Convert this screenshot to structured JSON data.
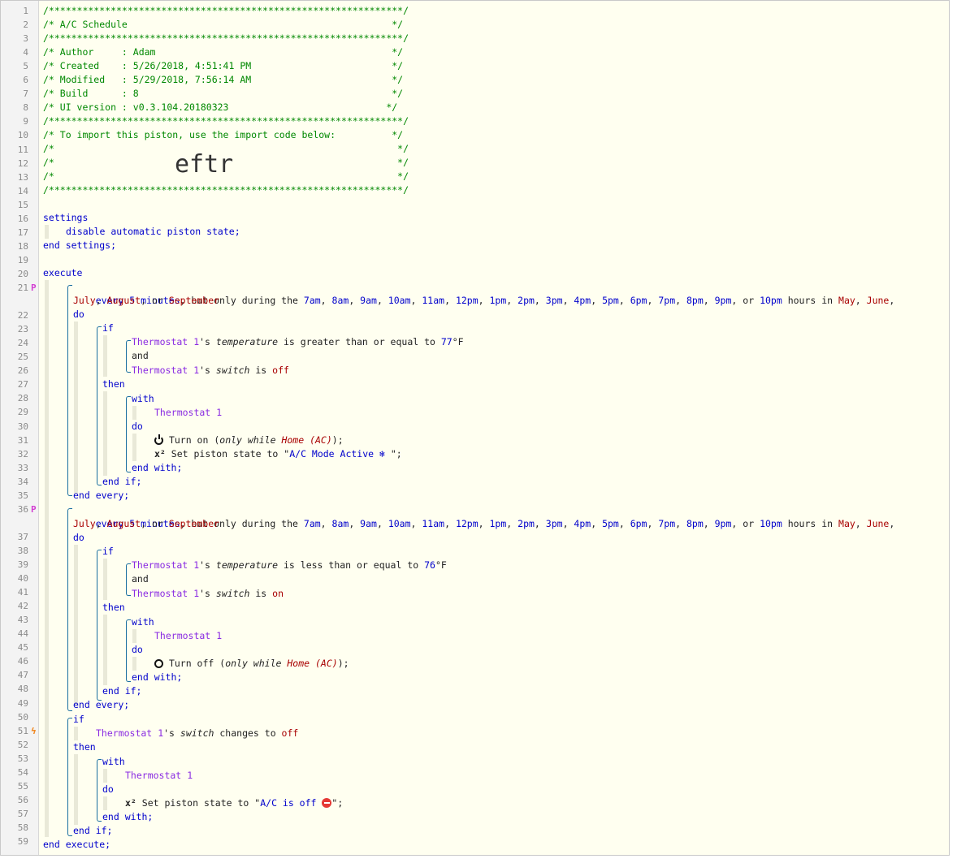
{
  "header": {
    "border": "/***************************************************************/",
    "title": "/* A/C Schedule                                               */",
    "author": "/* Author     : Adam                                          */",
    "created": "/* Created    : 5/26/2018, 4:51:41 PM                         */",
    "modified": "/* Modified   : 5/29/2018, 7:56:14 AM                         */",
    "build": "/* Build      : 8                                             */",
    "ui_version": "/* UI version : v0.3.104.20180323                            */",
    "import_hint": "/* To import this piston, use the import code below:          */",
    "blank": "/*                                                             */",
    "import_code": "eftr"
  },
  "settings": {
    "open": "settings",
    "body": "disable automatic piston state;",
    "close": "end settings;"
  },
  "kw": {
    "execute": "execute",
    "end_execute": "end execute;",
    "do": "do",
    "if": "if",
    "then": "then",
    "with": "with",
    "end_with": "end with;",
    "end_if": "end if;",
    "end_every": "end every;",
    "and": "and"
  },
  "every": {
    "prefix": "every ",
    "interval": "5 minutes",
    "mid": ", but only during the ",
    "hours": [
      "7am",
      "8am",
      "9am",
      "10am",
      "11am",
      "12pm",
      "1pm",
      "2pm",
      "3pm",
      "4pm",
      "5pm",
      "6pm",
      "7pm",
      "8pm",
      "9pm"
    ],
    "or": "or",
    "last_hour": "10pm",
    "hours_in": " hours in ",
    "months_line1": [
      "May",
      "June"
    ],
    "months_line2": [
      "July",
      "August"
    ],
    "last_month": "September"
  },
  "device": "Thermostat",
  "device_num": "1",
  "possessive": "'s ",
  "block1": {
    "attr1": "temperature",
    "op1": " is greater than or equal to ",
    "val1": "77",
    "unit": "°F",
    "attr2": "switch",
    "op2": " is ",
    "val2": "off",
    "cmd1": "Turn on",
    "only_while": "only while",
    "mode": "Home (AC)",
    "cmd2": "Set piston state to ",
    "state": "A/C Mode Active ❄ "
  },
  "block2": {
    "attr1": "temperature",
    "op1": " is less than or equal to ",
    "val1": "76",
    "unit": "°F",
    "attr2": "switch",
    "op2": " is ",
    "val2": "on",
    "cmd1": "Turn off",
    "only_while": "only while",
    "mode": "Home (AC)"
  },
  "block3": {
    "attr": "switch",
    "op": " changes to ",
    "val": "off",
    "cmd": "Set piston state to ",
    "state": "A/C is off "
  },
  "line_numbers": [
    "1",
    "2",
    "3",
    "4",
    "5",
    "6",
    "7",
    "8",
    "9",
    "10",
    "11",
    "12",
    "13",
    "14",
    "15",
    "16",
    "17",
    "18",
    "19",
    "20",
    "21",
    "",
    "22",
    "23",
    "24",
    "25",
    "26",
    "27",
    "28",
    "29",
    "30",
    "31",
    "32",
    "33",
    "34",
    "35",
    "36",
    "",
    "37",
    "38",
    "39",
    "40",
    "41",
    "42",
    "43",
    "44",
    "45",
    "46",
    "47",
    "48",
    "49",
    "50",
    "51",
    "52",
    "53",
    "54",
    "55",
    "56",
    "57",
    "58",
    "59"
  ],
  "markers": {
    "p_marker": "P",
    "bolt_marker": "ϟ"
  },
  "colors": {
    "comment": "#008800",
    "keyword": "#0000cc",
    "device": "#8a2be2",
    "value": "#a80000",
    "editor_bg": "#fffff0",
    "gutter_bg": "#f3f3f3"
  }
}
